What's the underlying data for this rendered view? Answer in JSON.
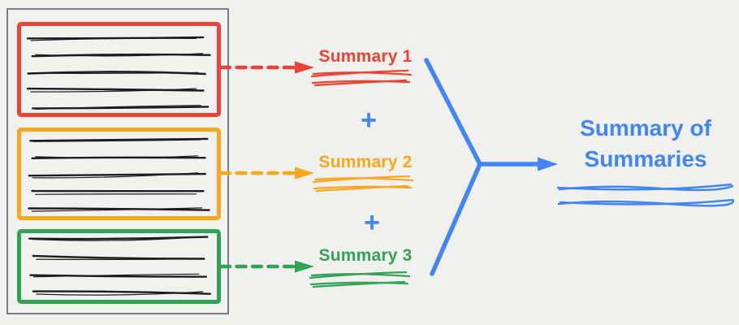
{
  "colors": {
    "background": "#F0F0EE",
    "document_border": "#7D7D7D",
    "ink": "#1C1C1C",
    "red": "#EA4335",
    "orange": "#F9A71B",
    "green": "#31A355",
    "blue": "#4285F4"
  },
  "document": {
    "sections": [
      {
        "name": "red-section",
        "color": "#EA4335",
        "text_lines": 5
      },
      {
        "name": "orange-section",
        "color": "#F9A71B",
        "text_lines": 5
      },
      {
        "name": "green-section",
        "color": "#31A355",
        "text_lines": 4
      }
    ]
  },
  "summaries": [
    {
      "label": "Summary 1",
      "color": "#EA4335"
    },
    {
      "label": "Summary 2",
      "color": "#F9A71B"
    },
    {
      "label": "Summary 3",
      "color": "#31A355"
    }
  ],
  "plus_sign": "+",
  "result": {
    "title": "Summary of Summaries",
    "color": "#4285F4"
  }
}
